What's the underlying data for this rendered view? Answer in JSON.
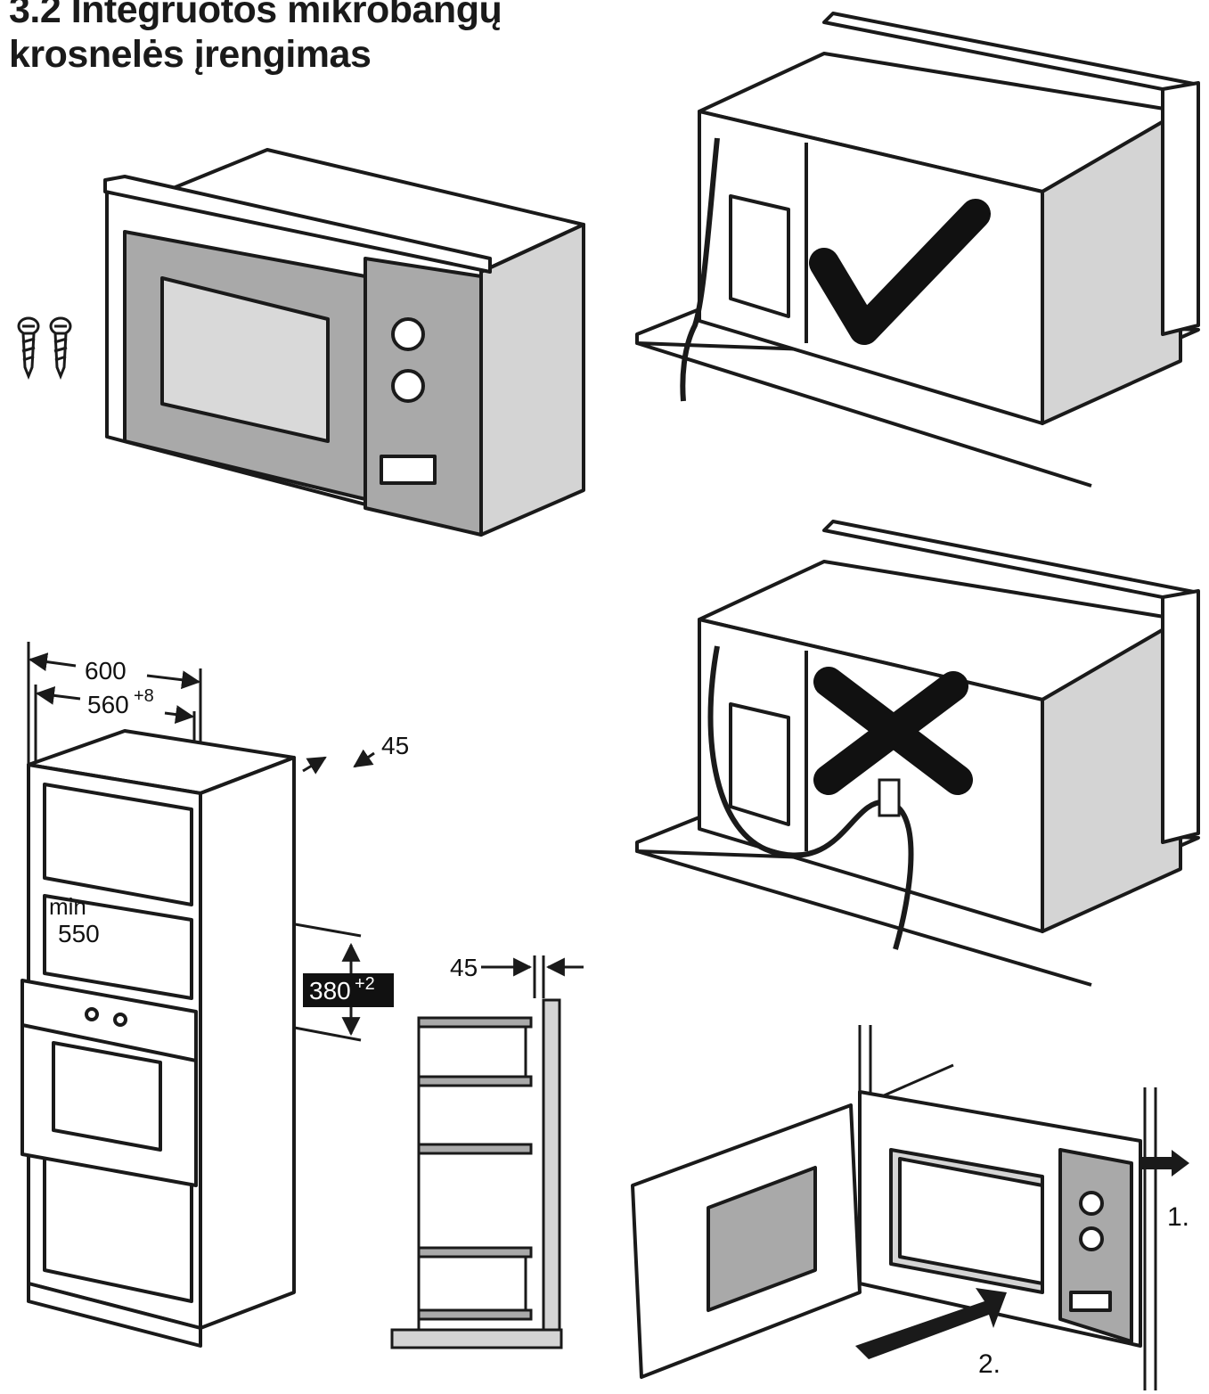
{
  "title": {
    "line1": "3.2 Integruotos mikrobangų",
    "line2": "krosnelės įrengimas"
  },
  "dimensions": {
    "width_outer": "600",
    "width_inner": "560",
    "width_inner_tol": "+8",
    "gap_top": "45",
    "depth_min_label": "min",
    "depth_min": "550",
    "height": "380",
    "height_tol": "+2",
    "side_gap": "45"
  },
  "steps": {
    "step1": "1.",
    "step2": "2."
  },
  "colors": {
    "line": "#1a1a1a",
    "panel_grey": "#a9a9a9",
    "light_grey": "#d4d4d4",
    "window_grey": "#b9b9b9",
    "badge_bg": "#111111"
  }
}
